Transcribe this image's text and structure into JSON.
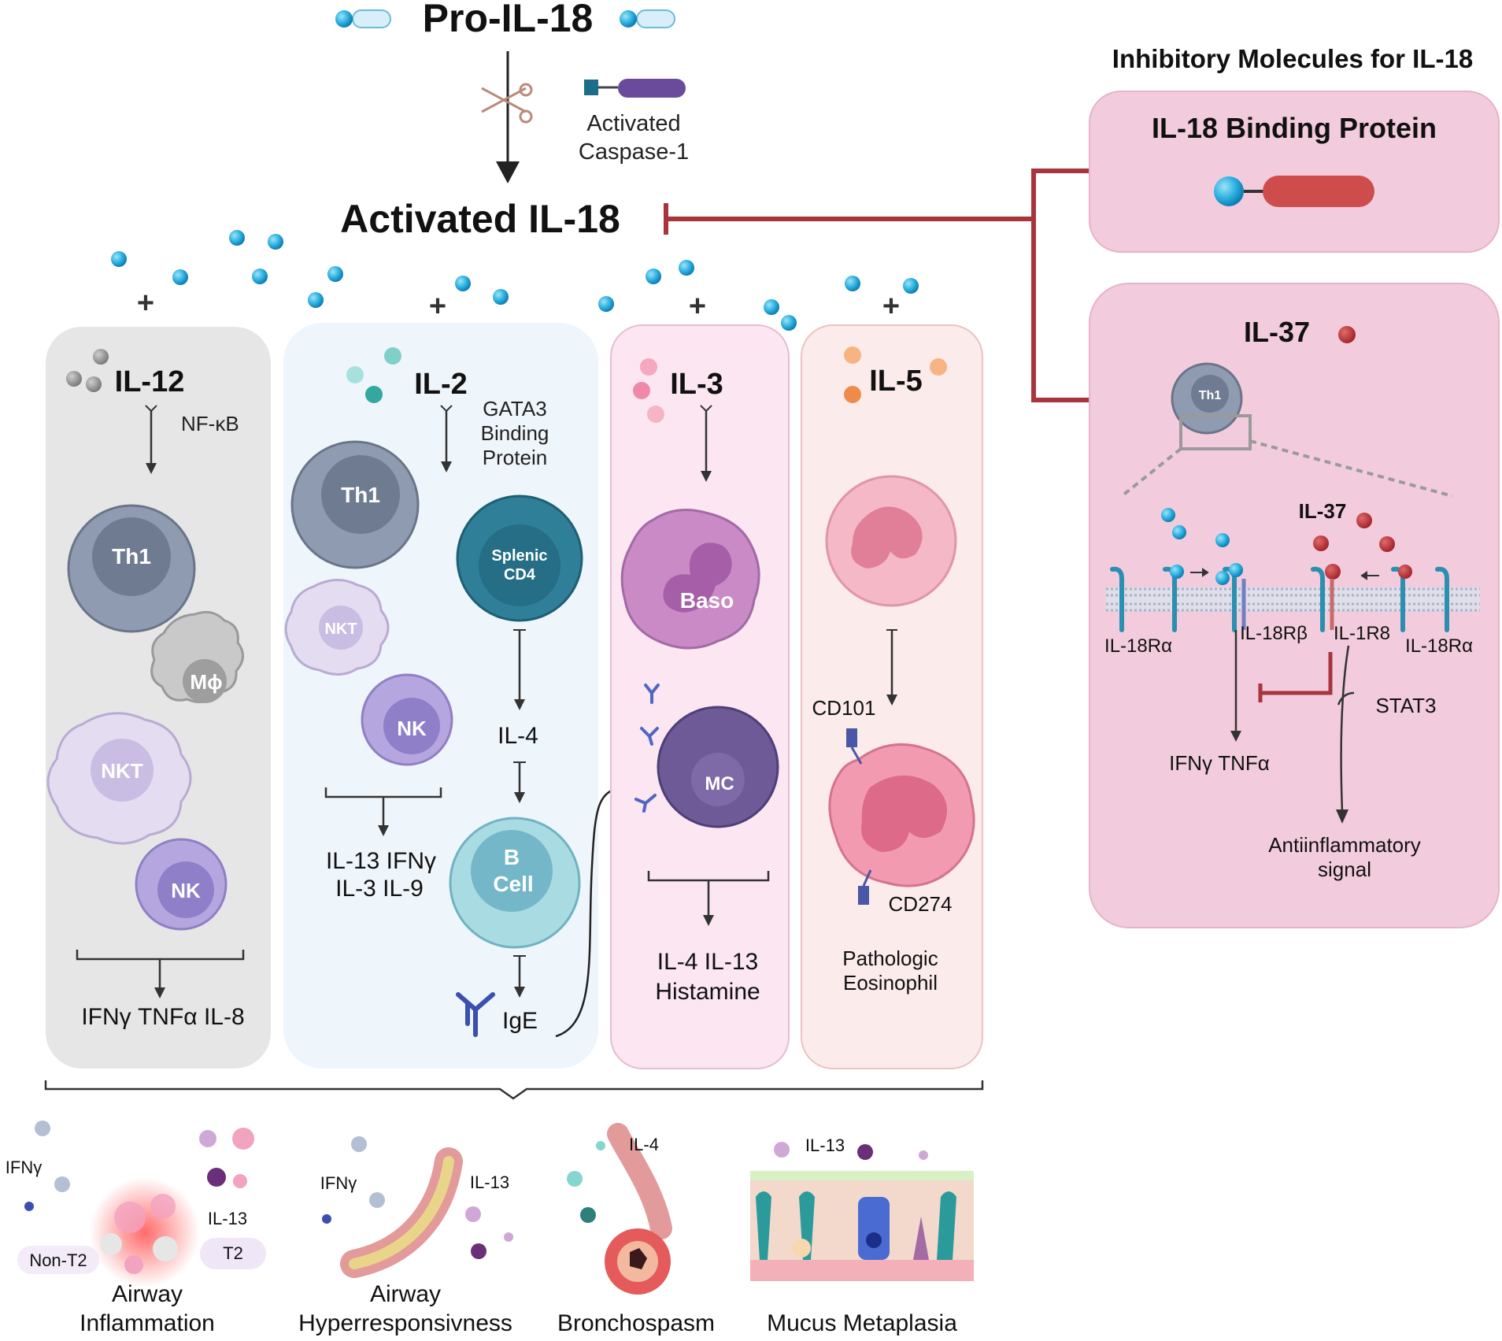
{
  "header": {
    "pro_il18": "Pro-IL-18",
    "caspase_line1": "Activated",
    "caspase_line2": "Caspase-1",
    "activated_il18": "Activated IL-18"
  },
  "plus_sign": "+",
  "panels": {
    "il12": {
      "title": "IL-12",
      "pathway": "NF-κB",
      "cells": [
        "Th1",
        "Mϕ",
        "NKT",
        "NK"
      ],
      "output": "IFNγ TNFα IL-8"
    },
    "il2": {
      "title": "IL-2",
      "pathway_line1": "GATA3",
      "pathway_line2": "Binding",
      "pathway_line3": "Protein",
      "cells": [
        "Th1",
        "NKT",
        "NK"
      ],
      "splenic_line1": "Splenic",
      "splenic_line2": "CD4",
      "il4": "IL-4",
      "bcell_line1": "B",
      "bcell_line2": "Cell",
      "ige": "IgE",
      "output_line1": "IL-13 IFNγ",
      "output_line2": "IL-3 IL-9"
    },
    "il3": {
      "title": "IL-3",
      "baso": "Baso",
      "mc": "MC",
      "output_line1": "IL-4 IL-13",
      "output_line2": "Histamine"
    },
    "il5": {
      "title": "IL-5",
      "cd101": "CD101",
      "cd274": "CD274",
      "output_line1": "Pathologic",
      "output_line2": "Eosinophil"
    }
  },
  "inhibitory": {
    "heading": "Inhibitory Molecules  for IL-18",
    "bp_title": "IL-18 Binding Protein",
    "il37_title": "IL-37",
    "th1": "Th1",
    "il37_label": "IL-37",
    "receptors": [
      "IL-18Rα",
      "IL-18Rβ",
      "IL-1R8",
      "IL-18Rα"
    ],
    "ifn_tnf": "IFNγ TNFα",
    "stat3": "STAT3",
    "anti_line1": "Antiinflammatory",
    "anti_line2": "signal"
  },
  "outcomes": {
    "inflammation": {
      "ifn": "IFNγ",
      "il13": "IL-13",
      "non_t2": "Non-T2",
      "t2": "T2",
      "line1": "Airway",
      "line2": "Inflammation"
    },
    "hyper": {
      "ifn": "IFNγ",
      "il13": "IL-13",
      "line1": "Airway",
      "line2": "Hyperresponsivness"
    },
    "broncho": {
      "il4": "IL-4",
      "line1": "Bronchospasm"
    },
    "mucus": {
      "il13": "IL-13",
      "line1": "Mucus Metaplasia"
    }
  },
  "colors": {
    "il18_blue": "#1ba3d6",
    "inhibit_red": "#a8343c",
    "pink_panel": "#f2ccdc",
    "grey_panel": "#e6e6e6",
    "blue_panel": "#eef5fb",
    "il3_panel": "#fbe6f2",
    "il5_panel": "#fbebeb"
  }
}
